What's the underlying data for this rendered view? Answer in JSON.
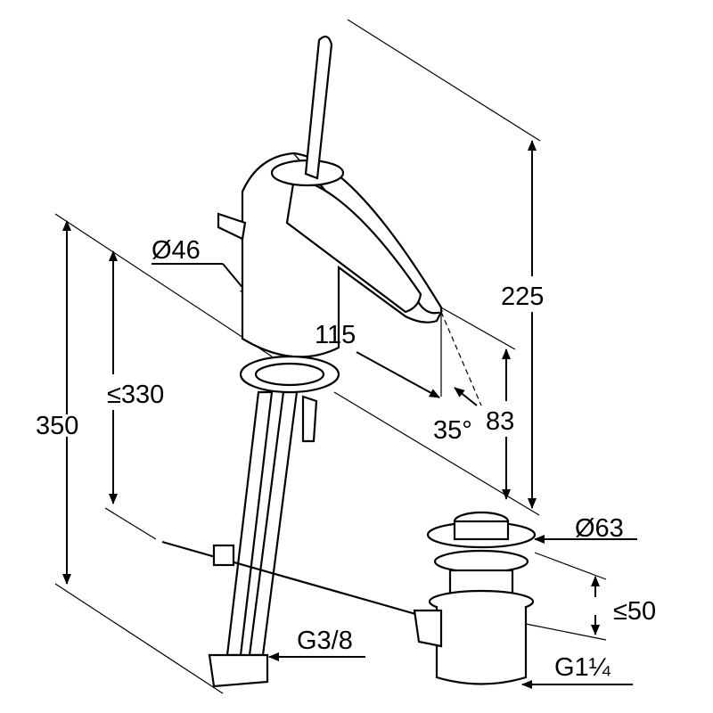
{
  "title": "Basin mixer technical drawing",
  "dimensions": {
    "body_diameter": "Ø46",
    "spout_reach": "115",
    "total_height": "225",
    "overall_length": "350",
    "max_length": "≤330",
    "spout_angle": "35°",
    "spout_height": "83",
    "waste_diameter": "Ø63",
    "waste_height": "≤50",
    "supply_thread": "G3/8",
    "waste_thread": "G1¼"
  },
  "colors": {
    "line": "#000000",
    "background": "#ffffff"
  }
}
